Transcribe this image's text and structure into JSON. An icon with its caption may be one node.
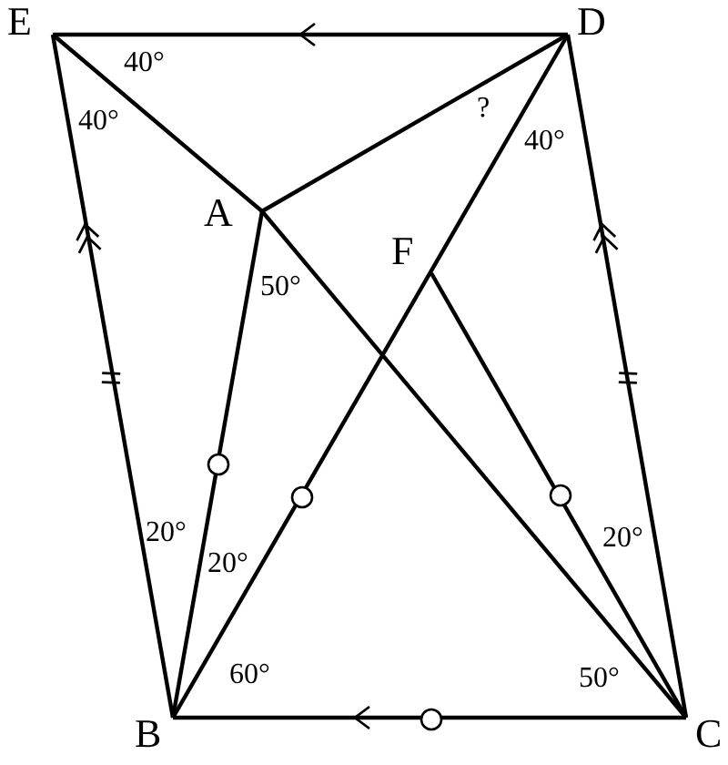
{
  "diagram": {
    "labels": [
      "E",
      "D",
      "40°",
      "40°",
      "?",
      "40°",
      "A",
      "F",
      "50°",
      "20°",
      "20°",
      "20°",
      "60°",
      "50°",
      "B",
      "C"
    ]
  }
}
